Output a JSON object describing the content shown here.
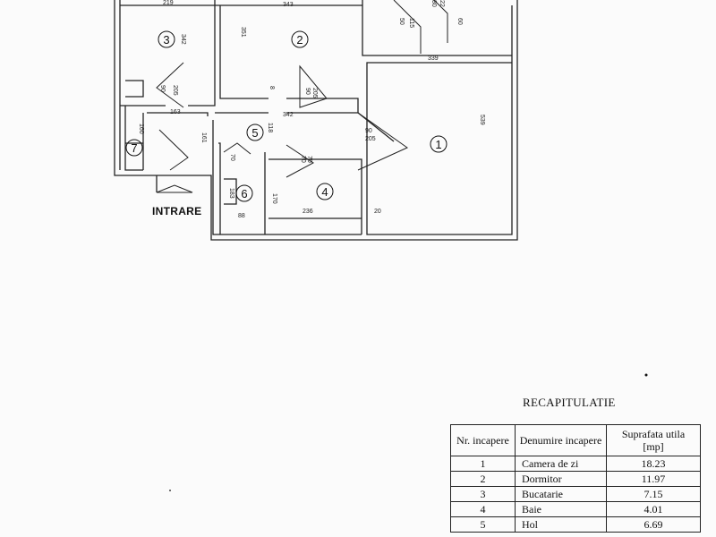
{
  "plan": {
    "entrance_label": "INTRARE",
    "room_numbers": [
      "1",
      "2",
      "3",
      "4",
      "5",
      "6",
      "7"
    ],
    "dimensions": [
      "219",
      "343",
      "342",
      "351",
      "339",
      "539",
      "342",
      "163",
      "161",
      "118",
      "236",
      "20",
      "170",
      "183",
      "88",
      "160",
      "50",
      "80",
      "22",
      "60",
      "115",
      "70",
      "205",
      "90",
      "90",
      "90",
      "70",
      "70",
      "205",
      "205",
      "8"
    ]
  },
  "recap": {
    "title": "RECAPITULATIE",
    "headers": {
      "nr": "Nr. incapere",
      "name": "Denumire incapere",
      "area": "Suprafata utila [mp]"
    },
    "rows": [
      {
        "nr": "1",
        "name": "Camera de zi",
        "area": "18.23"
      },
      {
        "nr": "2",
        "name": "Dormitor",
        "area": "11.97"
      },
      {
        "nr": "3",
        "name": "Bucatarie",
        "area": "7.15"
      },
      {
        "nr": "4",
        "name": "Baie",
        "area": "4.01"
      },
      {
        "nr": "5",
        "name": "Hol",
        "area": "6.69"
      }
    ]
  }
}
